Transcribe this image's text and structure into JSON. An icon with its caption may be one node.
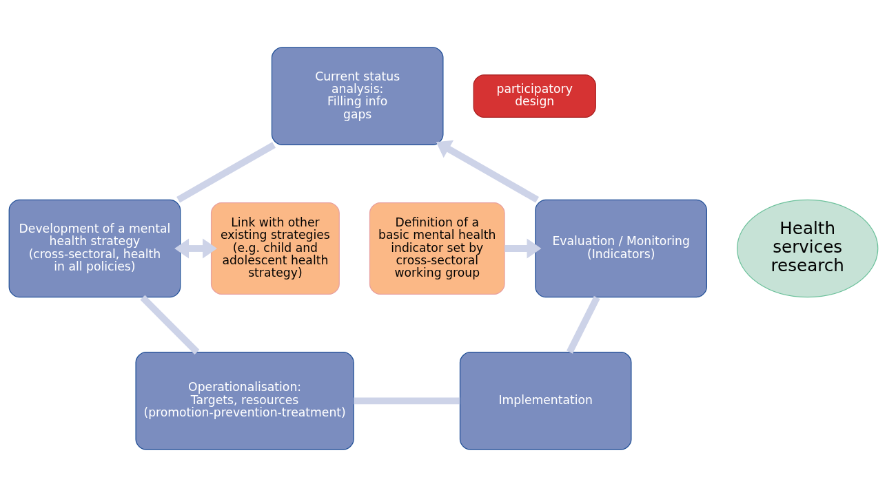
{
  "diagram": {
    "nodes": [
      {
        "text": [
          "Current status analysis: Filling info gaps"
        ]
      },
      {
        "text": [
          "participatory design"
        ]
      },
      {
        "text": [
          "Definition of a basic mental health indicator set by cross-sectoral working group"
        ]
      },
      {
        "text": [
          "Evaluation / Monitoring (Indicators)"
        ]
      },
      {
        "text": [
          "Health services research"
        ]
      },
      {
        "text": [
          "Development of a mental health strategy (cross-sectoral, health in all policies)"
        ]
      },
      {
        "text": [
          "Link with other existing strategies (e.g. child and adolescent health strategy)"
        ]
      },
      {
        "text": [
          "Implementation"
        ]
      },
      {
        "text": [
          "Operationalisation: Targets, resources (promotion-prevention-treatment)"
        ]
      }
    ],
    "edges": [
      {
        "from": 2,
        "to": 3,
        "arrow": "to"
      },
      {
        "from": 5,
        "to": 6,
        "arrow": "both"
      },
      {
        "from": 0,
        "to": 5,
        "arrow": "none"
      },
      {
        "from": 5,
        "to": 8,
        "arrow": "none"
      },
      {
        "from": 8,
        "to": 7,
        "arrow": "none"
      },
      {
        "from": 7,
        "to": 3,
        "arrow": "none"
      },
      {
        "from": 3,
        "to": 0,
        "arrow": "to"
      }
    ]
  }
}
